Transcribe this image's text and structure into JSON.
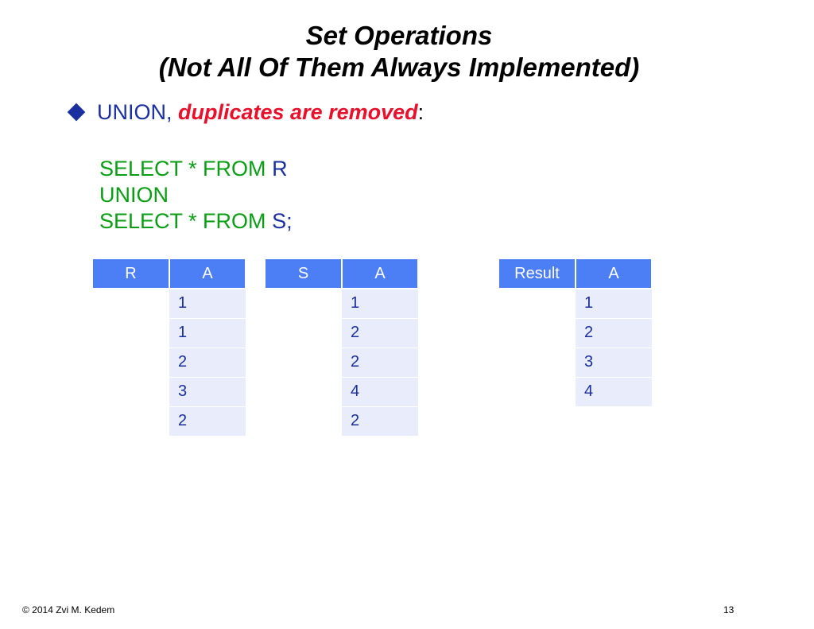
{
  "title": {
    "line1": "Set Operations",
    "line2": "(Not All Of Them Always Implemented)"
  },
  "bullet": {
    "prefix": "UNION,",
    "emphasis": "duplicates are removed",
    "suffix": ":"
  },
  "sql": {
    "line1_kw": "SELECT * FROM",
    "line1_rel": "R",
    "line2_kw": "UNION",
    "line3_kw": "SELECT * FROM",
    "line3_rel": "S;"
  },
  "tables": {
    "r": {
      "name": "R",
      "attr": "A",
      "values": [
        "1",
        "1",
        "2",
        "3",
        "2"
      ]
    },
    "s": {
      "name": "S",
      "attr": "A",
      "values": [
        "1",
        "2",
        "2",
        "4",
        "2"
      ]
    },
    "result": {
      "name": "Result",
      "attr": "A",
      "values": [
        "1",
        "2",
        "3",
        "4"
      ]
    }
  },
  "footer": {
    "copyright": "© 2014 Zvi M. Kedem",
    "page": "13"
  },
  "colors": {
    "header_blue": "#4c7ef5",
    "cell_bg": "#e8ecfb",
    "text_blue": "#1a2fa0",
    "keyword_green": "#0a9e15",
    "emphasis_red": "#e8102a"
  }
}
